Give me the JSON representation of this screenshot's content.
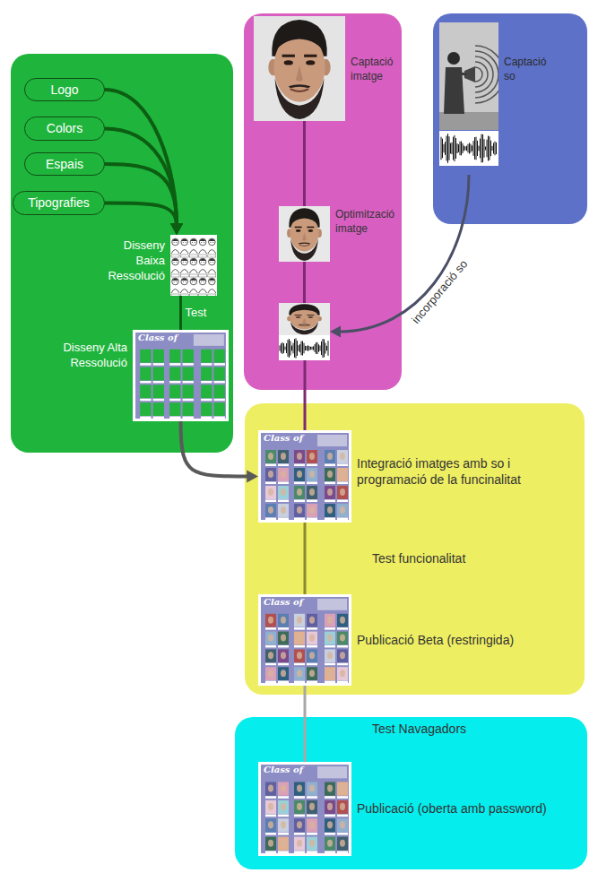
{
  "diagram": {
    "nodes": [
      {
        "text": [
          "Logo"
        ]
      },
      {
        "text": [
          "Colors"
        ]
      },
      {
        "text": [
          "Espais"
        ]
      },
      {
        "text": [
          "Tipografies"
        ]
      },
      {
        "text": [
          "Disseny Baixa Ressolució"
        ]
      },
      {
        "text": [
          "Disseny Alta Ressolució"
        ]
      },
      {
        "text": [
          "Captació imatge"
        ]
      },
      {
        "text": [
          "Optimització imatge"
        ]
      },
      {
        "text": []
      },
      {
        "text": [
          "Captació so"
        ]
      },
      {
        "text": [
          "Integració imatges amb so i programació de la funcinalitat"
        ]
      },
      {
        "text": [
          "Publicació Beta (restringida)"
        ]
      },
      {
        "text": [
          "Publicació (oberta amb password)"
        ]
      }
    ],
    "edges": [
      {
        "from": 0,
        "to": 4,
        "arrow": "to"
      },
      {
        "from": 1,
        "to": 4,
        "arrow": "to"
      },
      {
        "from": 2,
        "to": 4,
        "arrow": "to"
      },
      {
        "from": 3,
        "to": 4,
        "arrow": "to"
      },
      {
        "from": 4,
        "to": 5,
        "label": "Test",
        "arrow": "none"
      },
      {
        "from": 5,
        "to": 10,
        "arrow": "to"
      },
      {
        "from": 6,
        "to": 7,
        "arrow": "none"
      },
      {
        "from": 7,
        "to": 8,
        "arrow": "none"
      },
      {
        "from": 8,
        "to": 10,
        "arrow": "none"
      },
      {
        "from": 9,
        "to": 8,
        "label": "incorporació so",
        "arrow": "to"
      },
      {
        "from": 10,
        "to": 11,
        "label": "Test funcionalitat",
        "arrow": "none"
      },
      {
        "from": 11,
        "to": 12,
        "label": "Test Navagadors",
        "arrow": "none"
      }
    ],
    "labels": [
      "Class of",
      "Class of",
      "Class of",
      "Class of"
    ]
  }
}
